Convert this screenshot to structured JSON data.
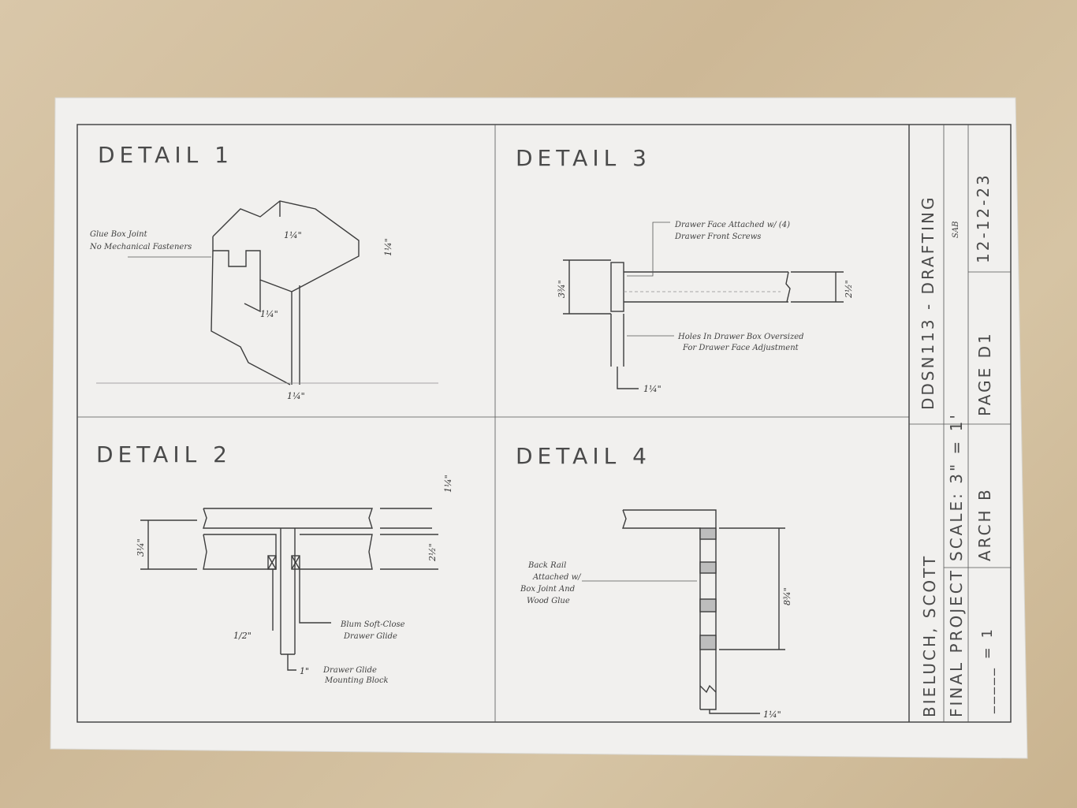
{
  "colors": {
    "paper": "#f1f0ee",
    "pencil": "#3d3d3d",
    "table": "#d3bf9e"
  },
  "details": {
    "d1": {
      "title": "DETAIL 1",
      "note_line1": "Glue Box Joint",
      "note_line2": "No Mechanical Fasteners",
      "dim_top": "1¼\"",
      "dim_right": "1¼\"",
      "dim_mid": "1¼\"",
      "dim_bottom": "1¼\""
    },
    "d2": {
      "title": "DETAIL 2",
      "dim_left": "3¼\"",
      "dim_top_right": "1¼\"",
      "dim_right": "2½\"",
      "dim_half": "1/2\"",
      "dim_one": "1\"",
      "note_glide_line1": "Blum Soft-Close",
      "note_glide_line2": "Drawer Glide",
      "note_block_line1": "Drawer Glide",
      "note_block_line2": "Mounting Block"
    },
    "d3": {
      "title": "DETAIL 3",
      "note_face_line1": "Drawer Face Attached w/ (4)",
      "note_face_line2": "Drawer Front Screws",
      "note_holes_line1": "Holes In Drawer Box Oversized",
      "note_holes_line2": "For Drawer Face Adjustment",
      "dim_left": "3¾\"",
      "dim_right": "2½\"",
      "dim_bottom": "1¼\""
    },
    "d4": {
      "title": "DETAIL 4",
      "note_line1": "Back Rail",
      "note_line2": "Attached w/",
      "note_line3": "Box Joint And",
      "note_line4": "Wood Glue",
      "dim_height": "8¾\"",
      "dim_bottom": "1¼\""
    }
  },
  "title_block": {
    "course": "DDSN113 - DRAFTING",
    "initials": "SAB",
    "date": "12-12-23",
    "name": "BIELUCH, SCOTT",
    "project": "FINAL PROJECT",
    "scale": "SCALE: 3\" = 1'",
    "page": "PAGE D1",
    "size": "ARCH B",
    "sheet": "_____ = 1"
  }
}
